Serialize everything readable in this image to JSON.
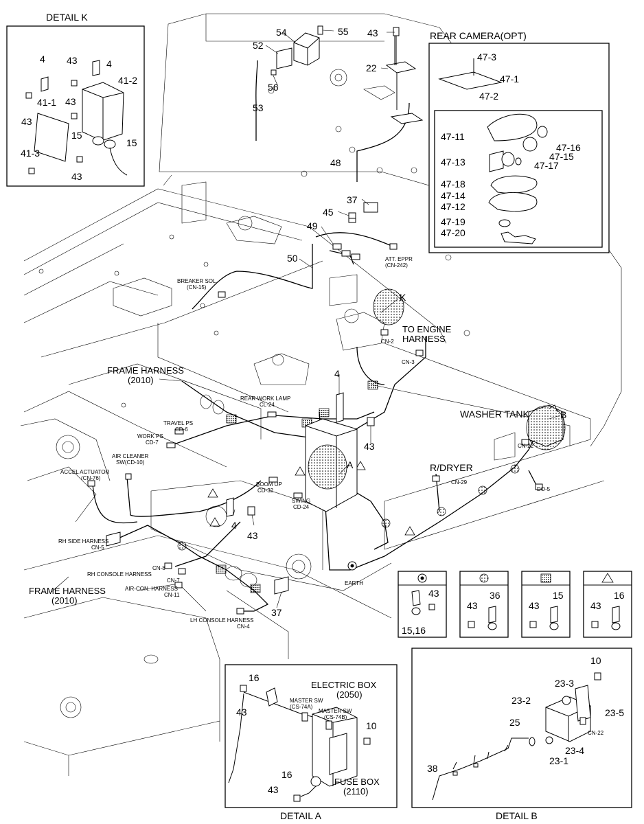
{
  "details": {
    "k": {
      "title": "DETAIL  K",
      "labels": [
        "4",
        "43",
        "4",
        "41-2",
        "41-1",
        "43",
        "43",
        "15",
        "15",
        "41-3",
        "43"
      ]
    },
    "a": {
      "title": "DETAIL  A",
      "labels": [
        "16",
        "43",
        "ELECTRIC BOX",
        "(2050)",
        "MASTER SW",
        "(CS-74A)",
        "MASTER SW",
        "(CS-74B)",
        "10",
        "16",
        "43",
        "FUSE BOX",
        "(2110)"
      ]
    },
    "b": {
      "title": "DETAIL  B",
      "labels": [
        "10",
        "23-3",
        "23-2",
        "23-5",
        "25",
        "CN-22",
        "23-4",
        "23-1",
        "38"
      ]
    }
  },
  "rear_camera": {
    "title": "REAR CAMERA(OPT)",
    "labels": [
      "47-3",
      "47-1",
      "47-2",
      "47-11",
      "47-16",
      "47-15",
      "47-13",
      "47-17",
      "47-18",
      "47-14",
      "47-12",
      "47-19",
      "47-20"
    ]
  },
  "legend": [
    {
      "symbol": "circle-dot",
      "labels": [
        "43",
        "15,16"
      ]
    },
    {
      "symbol": "circle-hatch",
      "labels": [
        "36",
        "43"
      ]
    },
    {
      "symbol": "square-hatch",
      "labels": [
        "15",
        "43"
      ]
    },
    {
      "symbol": "triangle",
      "labels": [
        "16",
        "43"
      ]
    }
  ],
  "callouts": [
    "54",
    "55",
    "43",
    "52",
    "56",
    "53",
    "22",
    "48",
    "37",
    "45",
    "49",
    "50",
    "K",
    "4",
    "43",
    "A",
    "B",
    "4",
    "43",
    "37"
  ],
  "connectors": [
    "ATT. EPPR",
    "(CN-242)",
    "BREAKER SOL.",
    "(CN-15)",
    "TO ENGINE",
    "HARNESS",
    "CN-2",
    "CN-3",
    "FRAME HARNESS",
    "(2010)",
    "REAR WORK LAMP",
    "CL-24",
    "TRAVEL PS",
    "CD-6",
    "WORK PS",
    "CD-7",
    "AIR CLEANER",
    "SW(CD-10)",
    "ACCEL ACTUATOR",
    "(CN-76)",
    "BOOM UP",
    "CD-32",
    "SWING",
    "CD-24",
    "WASHER TANK",
    "CN-22",
    "R/DRYER",
    "CN-29",
    "DO-5",
    "RH SIDE HARNESS",
    "CN-5",
    "CN-8",
    "CN-7",
    "RH CONSOLE HARNESS",
    "AIR-CON. HARNESS",
    "CN-11",
    "LH CONSOLE HARNESS",
    "CN-4",
    "EARTH",
    "FRAME HARNESS",
    "(2010)"
  ]
}
